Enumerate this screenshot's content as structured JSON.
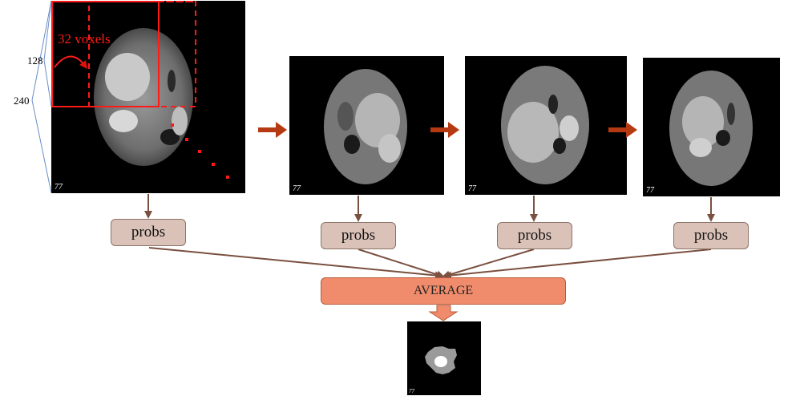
{
  "input_panel": {
    "slice_number": "77",
    "dim_outer": "240",
    "dim_inner": "128",
    "stride_label": "32 voxels"
  },
  "cropped_panels": [
    {
      "slice_number": "77"
    },
    {
      "slice_number": "77"
    },
    {
      "slice_number": "77"
    }
  ],
  "probs_labels": [
    "probs",
    "probs",
    "probs",
    "probs"
  ],
  "average_label": "AVERAGE",
  "output_panel": {
    "slice_number": "77"
  },
  "colors": {
    "crop_box": "#ff1a1a",
    "step_arrow": "#b53a12",
    "flow_arrow": "#7a5040",
    "probs_fill": "#dbc2b8",
    "average_fill": "#f08c6c",
    "dimension_lines": "#6a8ec8"
  }
}
